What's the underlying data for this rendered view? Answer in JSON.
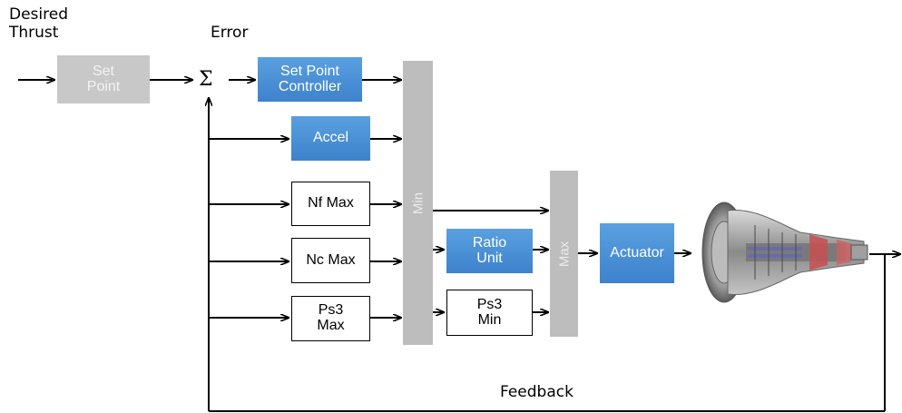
{
  "labels": {
    "desired_thrust": "Desired\nThrust",
    "error": "Error",
    "feedback": "Feedback",
    "sum_symbol": "Σ"
  },
  "blocks": {
    "set_point": "Set\nPoint",
    "set_point_controller": "Set Point\nController",
    "accel": "Accel",
    "nf_max": "Nf Max",
    "nc_max": "Nc Max",
    "ps3_max": "Ps3\nMax",
    "ratio_unit": "Ratio\nUnit",
    "ps3_min": "Ps3\nMin",
    "min_selector": "Min",
    "max_selector": "Max",
    "actuator": "Actuator"
  },
  "icons": {
    "engine": "turbofan-engine-icon"
  },
  "colors": {
    "blue_block": "#4a90d9",
    "gray_block": "#c8c8c8",
    "selector_bar": "#bdbdbd"
  }
}
